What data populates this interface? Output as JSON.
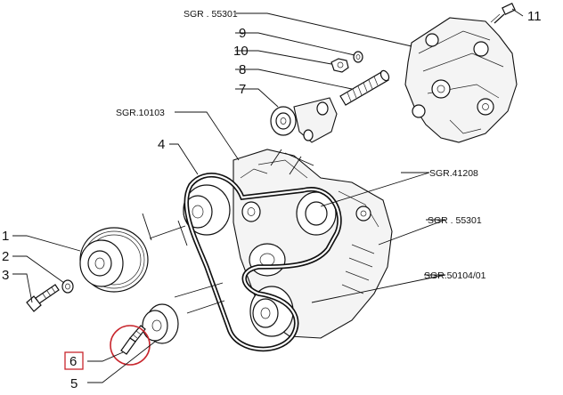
{
  "callouts": {
    "p1": "1",
    "p2": "2",
    "p3": "3",
    "p4": "4",
    "p5": "5",
    "p6": "6",
    "p7": "7",
    "p8": "8",
    "p9": "9",
    "p10": "10",
    "p11": "11"
  },
  "references": {
    "sgr_55301_top": "SGR . 55301",
    "sgr_10103": "SGR.10103",
    "sgr_41208": "SGR.41208",
    "sgr_55301_mid": "SGR . 55301",
    "sgr_50104": "SGR.50104/01"
  },
  "colors": {
    "highlight": "#c8252c",
    "ink": "#111111"
  }
}
